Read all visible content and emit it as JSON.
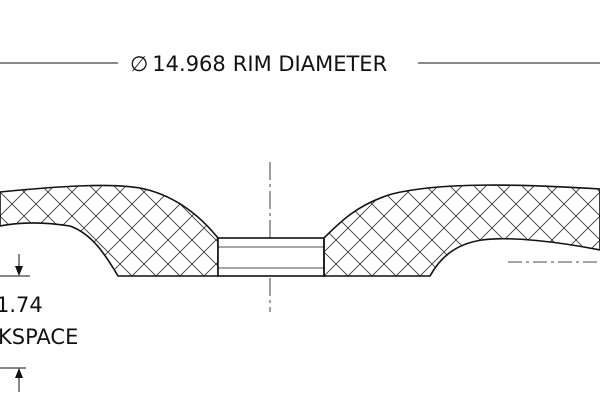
{
  "dimensions": {
    "rim_diameter": {
      "symbol": "∅",
      "value": "14.968",
      "label": "RIM DIAMETER"
    },
    "backspace": {
      "value": "1.74",
      "label": "KSPACE"
    }
  },
  "colors": {
    "line": "#111111",
    "background": "#ffffff"
  }
}
